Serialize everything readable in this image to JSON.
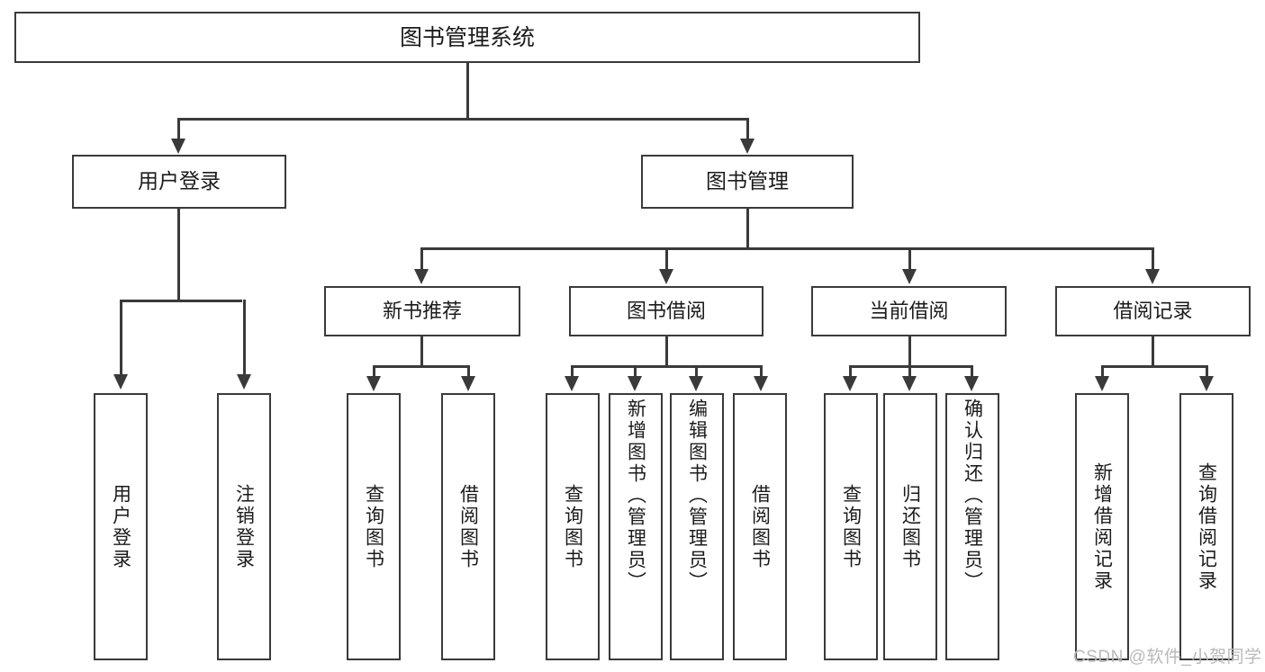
{
  "diagram": {
    "title": "图书管理系统",
    "type": "hierarchy-tree",
    "root": {
      "id": "root",
      "label": "图书管理系统"
    },
    "level1": [
      {
        "id": "user-login",
        "label": "用户登录"
      },
      {
        "id": "book-management",
        "label": "图书管理"
      }
    ],
    "level2": [
      {
        "id": "new-book-recommend",
        "label": "新书推荐",
        "parent": "book-management"
      },
      {
        "id": "book-borrow",
        "label": "图书借阅",
        "parent": "book-management"
      },
      {
        "id": "current-borrow",
        "label": "当前借阅",
        "parent": "book-management"
      },
      {
        "id": "borrow-record",
        "label": "借阅记录",
        "parent": "book-management"
      }
    ],
    "leaves": {
      "user_login": [
        {
          "id": "leaf-user-login",
          "label": "用户登录"
        },
        {
          "id": "leaf-logout-login",
          "label": "注销登录"
        }
      ],
      "new_book_recommend": [
        {
          "id": "leaf-query-book-1",
          "label": "查询图书"
        },
        {
          "id": "leaf-borrow-book-1",
          "label": "借阅图书"
        }
      ],
      "book_borrow": [
        {
          "id": "leaf-query-book-2",
          "label": "查询图书"
        },
        {
          "id": "leaf-add-book",
          "label": "新增图书（管理员）"
        },
        {
          "id": "leaf-edit-book",
          "label": "编辑图书（管理员）"
        },
        {
          "id": "leaf-borrow-book-2",
          "label": "借阅图书"
        }
      ],
      "current_borrow": [
        {
          "id": "leaf-query-book-3",
          "label": "查询图书"
        },
        {
          "id": "leaf-return-book",
          "label": "归还图书"
        },
        {
          "id": "leaf-confirm-return",
          "label": "确认归还（管理员）"
        }
      ],
      "borrow_record": [
        {
          "id": "leaf-add-record",
          "label": "新增借阅记录"
        },
        {
          "id": "leaf-query-record",
          "label": "查询借阅记录"
        }
      ]
    }
  },
  "watermark": {
    "text": "CSDN @软件_小贺同学"
  },
  "colors": {
    "stroke": "#3a3a3a",
    "text": "#1b1b1b",
    "background": "#ffffff",
    "watermark": "#b9b9b9"
  }
}
